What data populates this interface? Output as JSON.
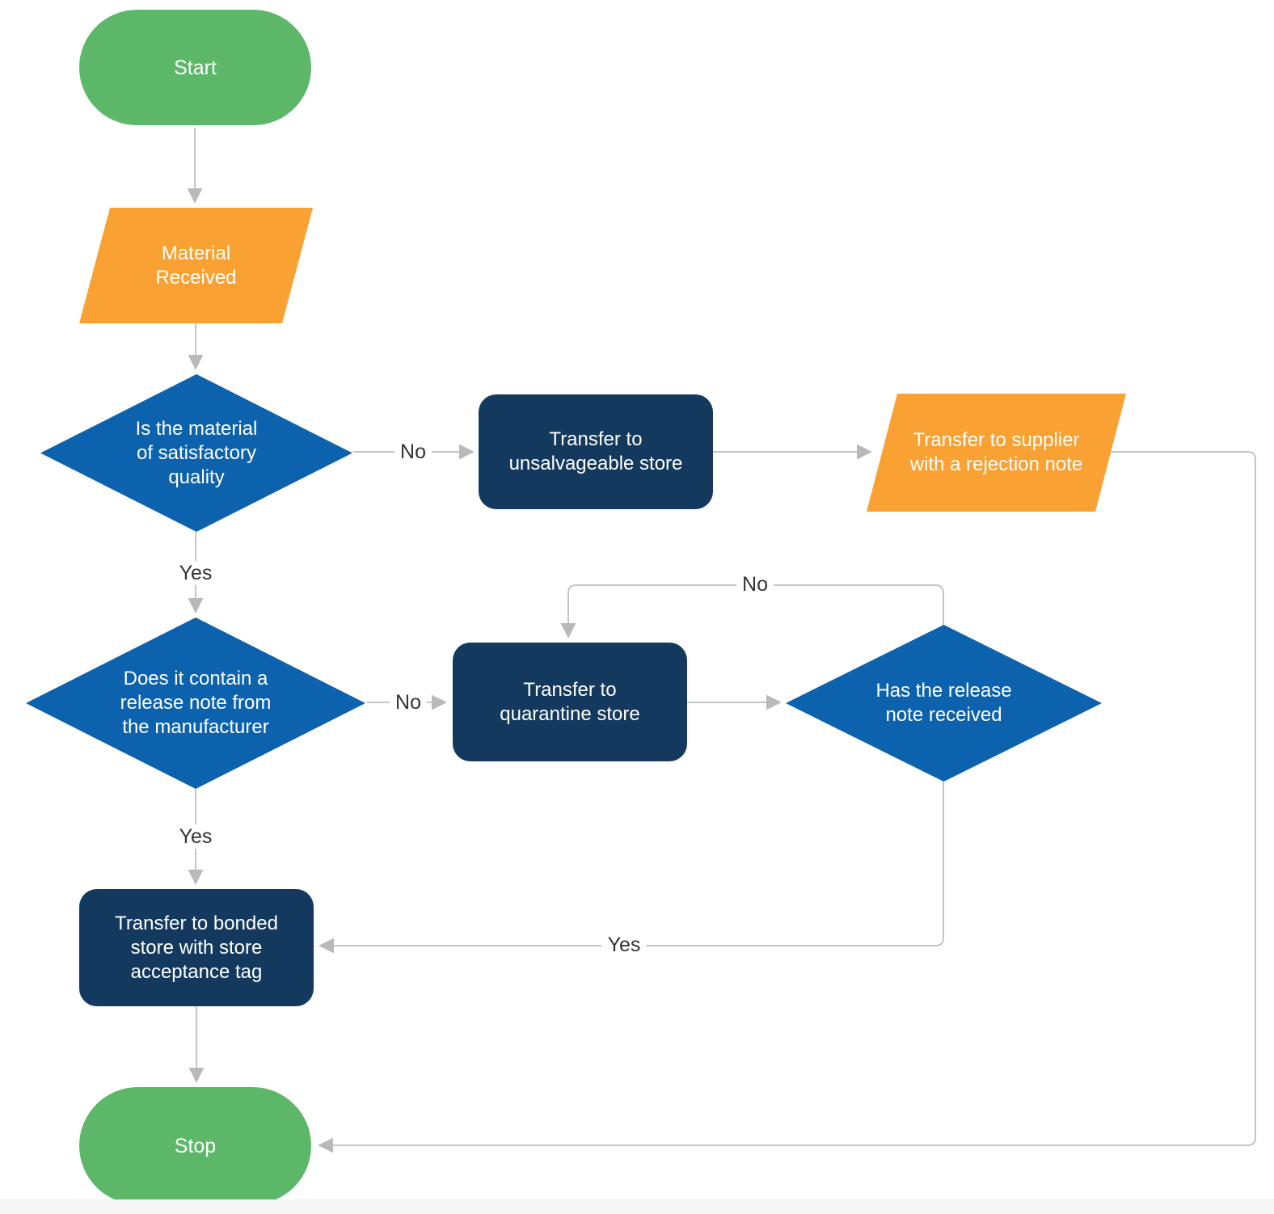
{
  "diagram": {
    "type": "flowchart",
    "background": "#FFFFFF"
  },
  "colors": {
    "terminator_fill": "#5CB868",
    "io_fill": "#F9A133",
    "decision_fill": "#0D62AE",
    "process_fill": "#133A5E",
    "node_text": "#FFFFFF",
    "edge_line": "#C5C5C5",
    "edge_arrow": "#B9B9B9",
    "edge_label_text": "#333333"
  },
  "nodes": {
    "start": {
      "label": "Start",
      "shape": "terminator"
    },
    "material_received": {
      "label": "Material Received",
      "shape": "input-output"
    },
    "quality_decision": {
      "label": "Is the material of satisfactory quality",
      "shape": "decision"
    },
    "unsalvageable_store": {
      "label": "Transfer to unsalvageable store",
      "shape": "process"
    },
    "supplier_rejection": {
      "label": "Transfer to supplier with a rejection note",
      "shape": "input-output"
    },
    "release_note_decision": {
      "label": "Does it contain a release note from the manufacturer",
      "shape": "decision"
    },
    "quarantine_store": {
      "label": "Transfer to quarantine store",
      "shape": "process"
    },
    "release_received_decision": {
      "label": "Has the release note received",
      "shape": "decision"
    },
    "bonded_store": {
      "label": "Transfer to bonded store with store acceptance tag",
      "shape": "process"
    },
    "stop": {
      "label": "Stop",
      "shape": "terminator"
    }
  },
  "edge_labels": {
    "quality_no": "No",
    "quality_yes": "Yes",
    "release_note_no": "No",
    "release_note_yes": "Yes",
    "release_received_no": "No",
    "release_received_yes": "Yes"
  }
}
